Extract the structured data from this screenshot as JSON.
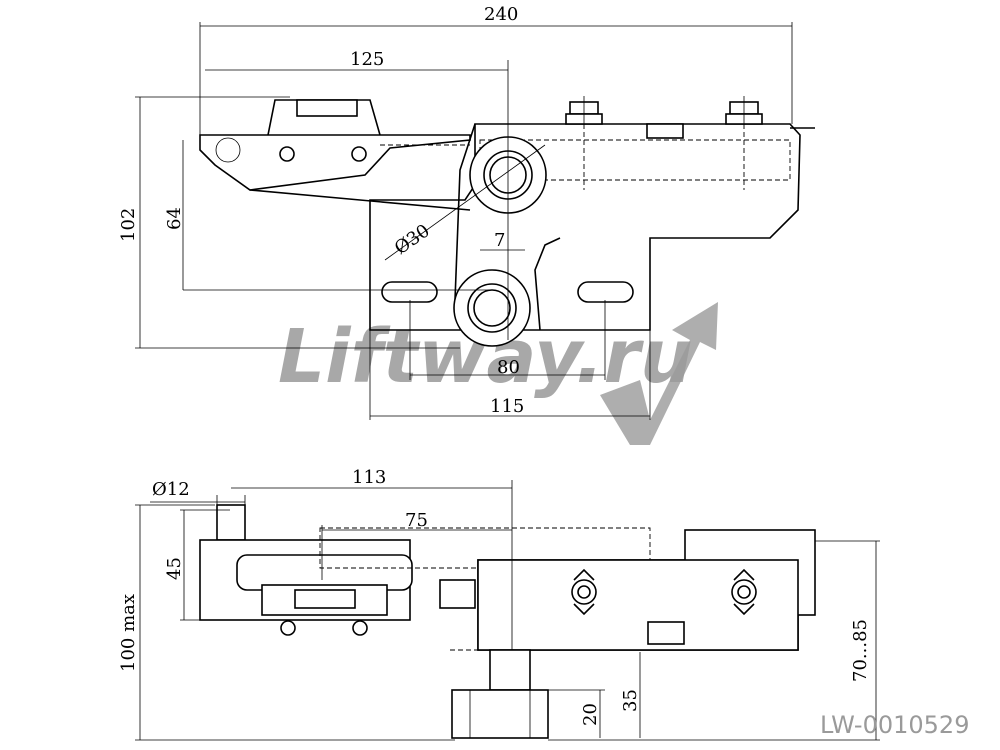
{
  "watermark": {
    "text": "Liftway.ru"
  },
  "code": "LW-0010529",
  "top_view": {
    "dims": {
      "d240": "240",
      "d125": "125",
      "d102": "102",
      "d64": "64",
      "d30": "Ø30",
      "d7": "7",
      "d80": "80",
      "d115": "115"
    }
  },
  "bottom_view": {
    "dims": {
      "d12": "Ø12",
      "d113": "113",
      "d75": "75",
      "d45": "45",
      "d100": "100 max",
      "d70_85": "70...85",
      "d35": "35",
      "d20": "20"
    }
  }
}
